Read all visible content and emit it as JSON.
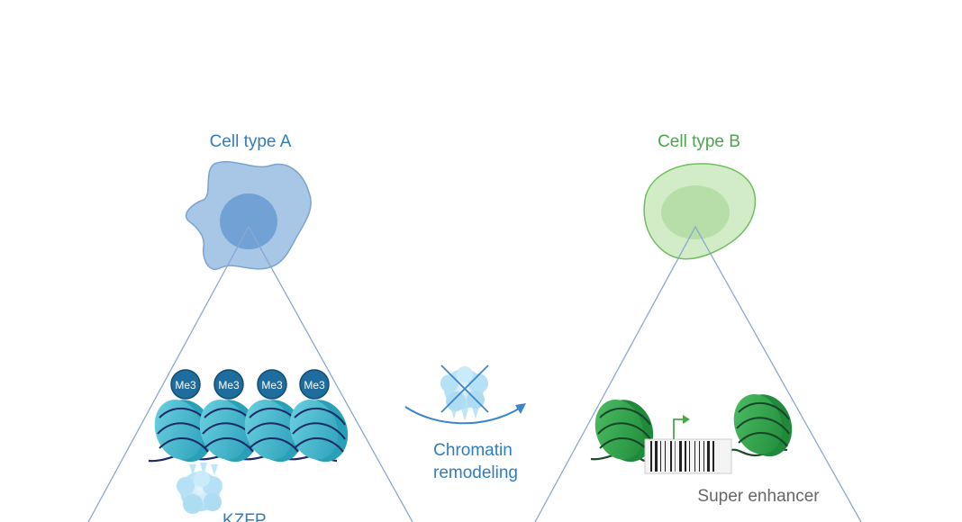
{
  "panel_a": {
    "title": "Cell type A",
    "marks": [
      "Me3",
      "Me3",
      "Me3",
      "Me3"
    ],
    "factor_label": "KZFP"
  },
  "transition": {
    "label_line1": "Chromatin",
    "label_line2": "remodeling"
  },
  "panel_b": {
    "title": "Cell type B",
    "region_label": "Super enhancer"
  },
  "colors": {
    "blue_text": "#2f7dbf",
    "green_text": "#4aa64a",
    "gray_text": "#666666",
    "nucleosome_blue": "#3cb6cc",
    "nucleosome_green": "#2e9e48",
    "me3_badge": "#1f6d9e",
    "cone_line": "#8aa8cf",
    "arrow": "#3b86c8"
  }
}
